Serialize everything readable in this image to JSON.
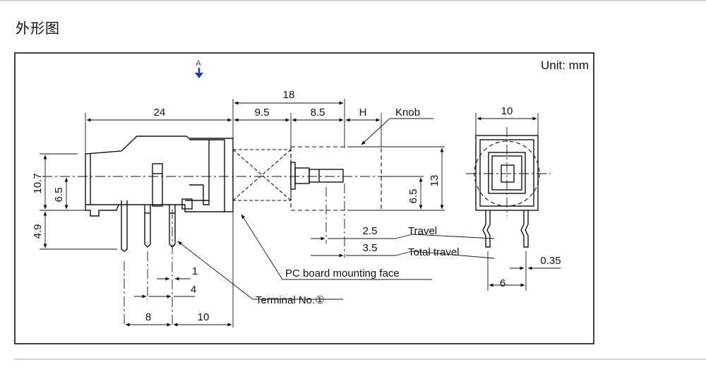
{
  "page": {
    "title": "外形图"
  },
  "diagram": {
    "unit_label": "Unit: mm",
    "view_marker": "A",
    "dimensions": {
      "overall_length": "24",
      "stroke_length": "18",
      "front_offset": "9.5",
      "knob_offset": "8.5",
      "knob_h": "H",
      "height_total": "10.7",
      "height_center": "6.5",
      "terminal_len": "4.9",
      "travel": "2.5",
      "total_travel": "3.5",
      "pitch_small": "1",
      "pitch_mid": "4",
      "pitch_left": "8",
      "pitch_right": "10",
      "side_width": "10",
      "side_height": "13",
      "side_center": "6.5",
      "side_base": "6",
      "terminal_thickness": "0.35"
    },
    "labels": {
      "knob": "Knob",
      "travel": "Travel",
      "total_travel": "Total travel",
      "pc_board": "PC board mounting face",
      "terminal": "Terminal No.①"
    },
    "colors": {
      "line": "#111111",
      "arrow": "#1a3fa8",
      "rule": "#d7d7d7"
    }
  }
}
